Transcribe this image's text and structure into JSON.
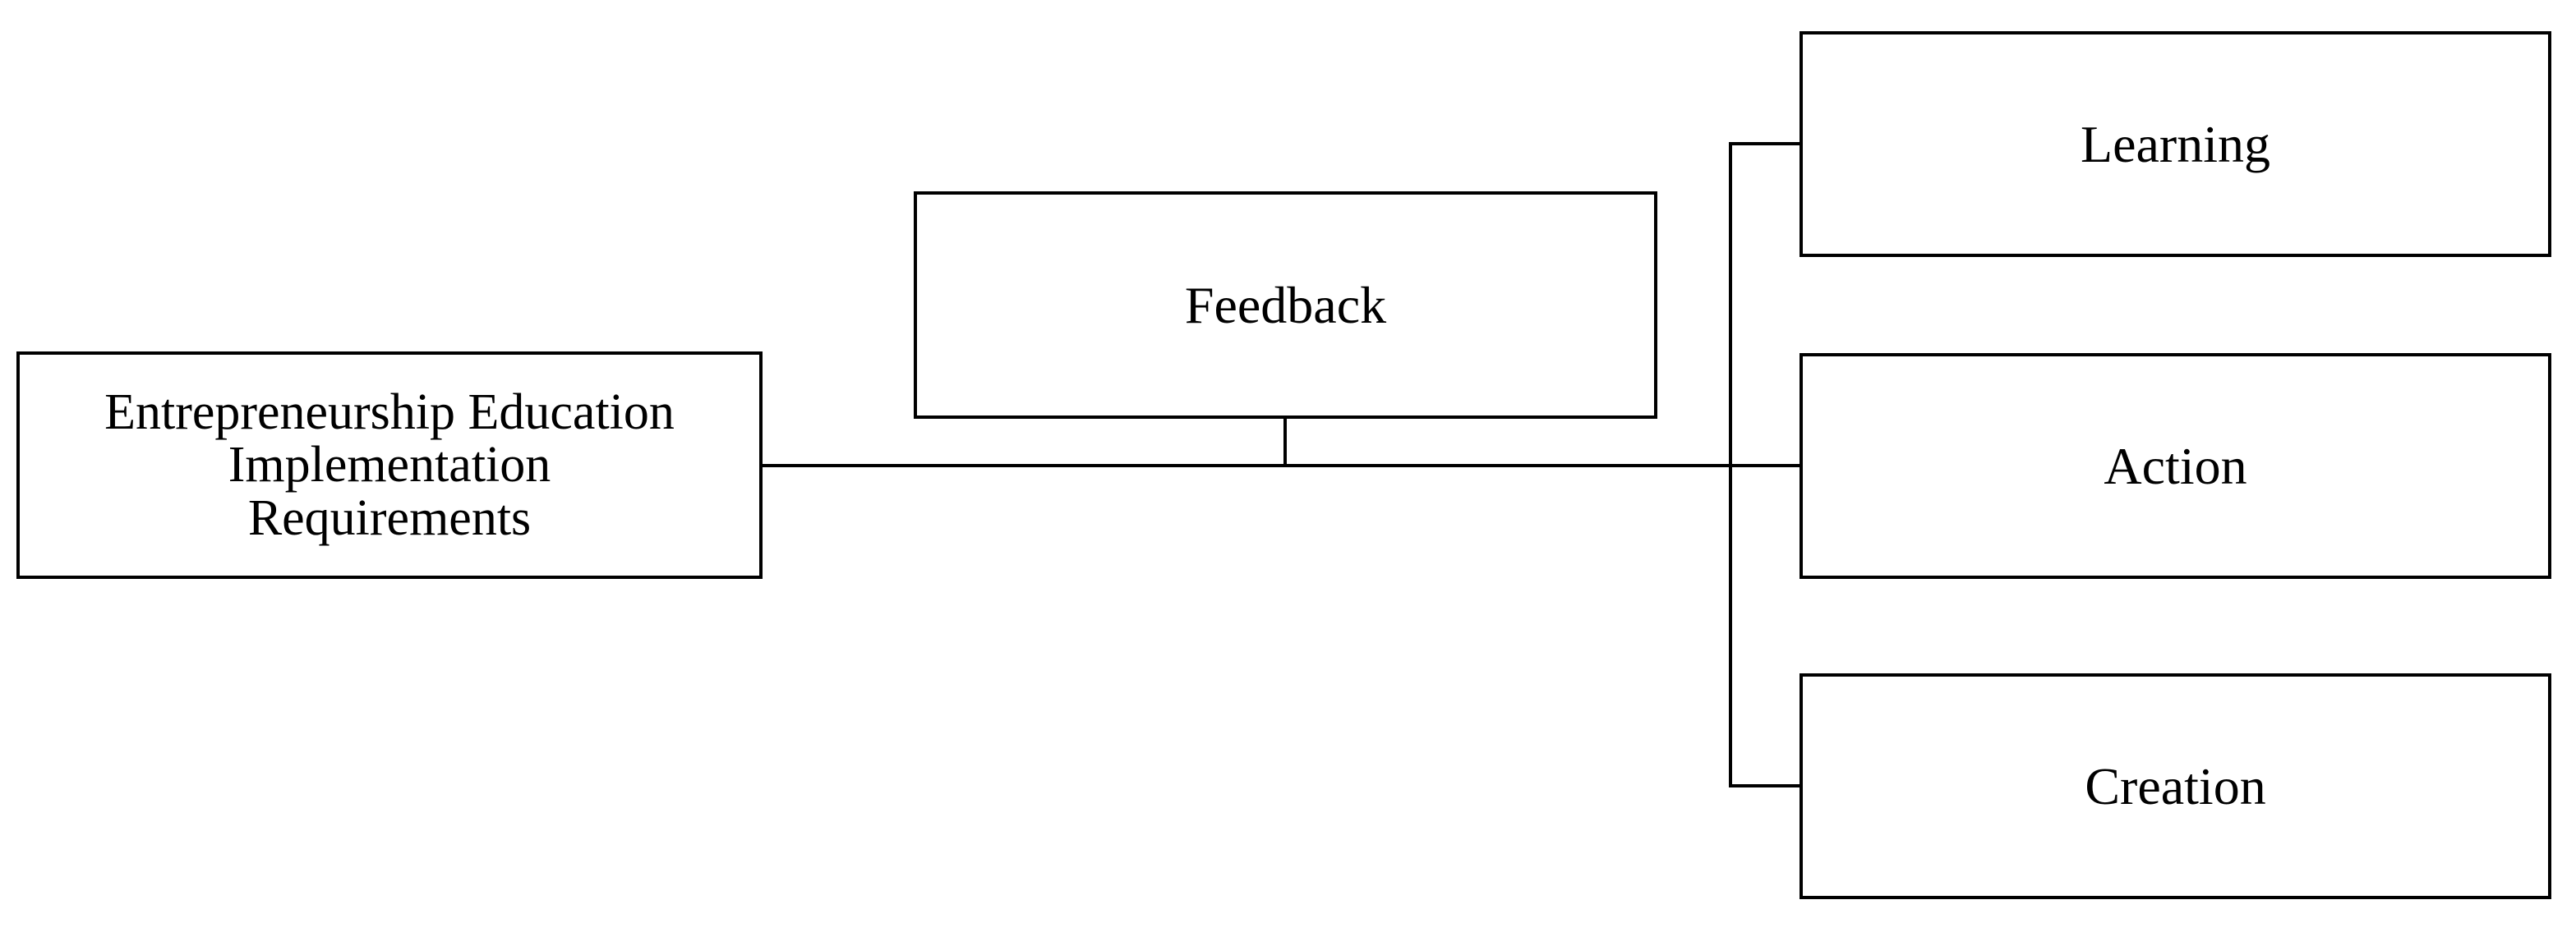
{
  "diagram": {
    "background_color": "#ffffff",
    "stroke_color": "#000000",
    "text_color": "#000000",
    "nodes": [
      {
        "id": "root",
        "label": "Entrepreneurship Education\nImplementation\nRequirements"
      },
      {
        "id": "feedback",
        "label": "Feedback"
      },
      {
        "id": "learning",
        "label": "Learning"
      },
      {
        "id": "action",
        "label": "Action"
      },
      {
        "id": "creation",
        "label": "Creation"
      }
    ],
    "edges": [
      {
        "from": "root",
        "to": "learning",
        "style": "orthogonal"
      },
      {
        "from": "root",
        "to": "action",
        "style": "orthogonal"
      },
      {
        "from": "root",
        "to": "creation",
        "style": "orthogonal"
      },
      {
        "from": "feedback",
        "to": "trunk",
        "style": "orthogonal"
      }
    ]
  }
}
